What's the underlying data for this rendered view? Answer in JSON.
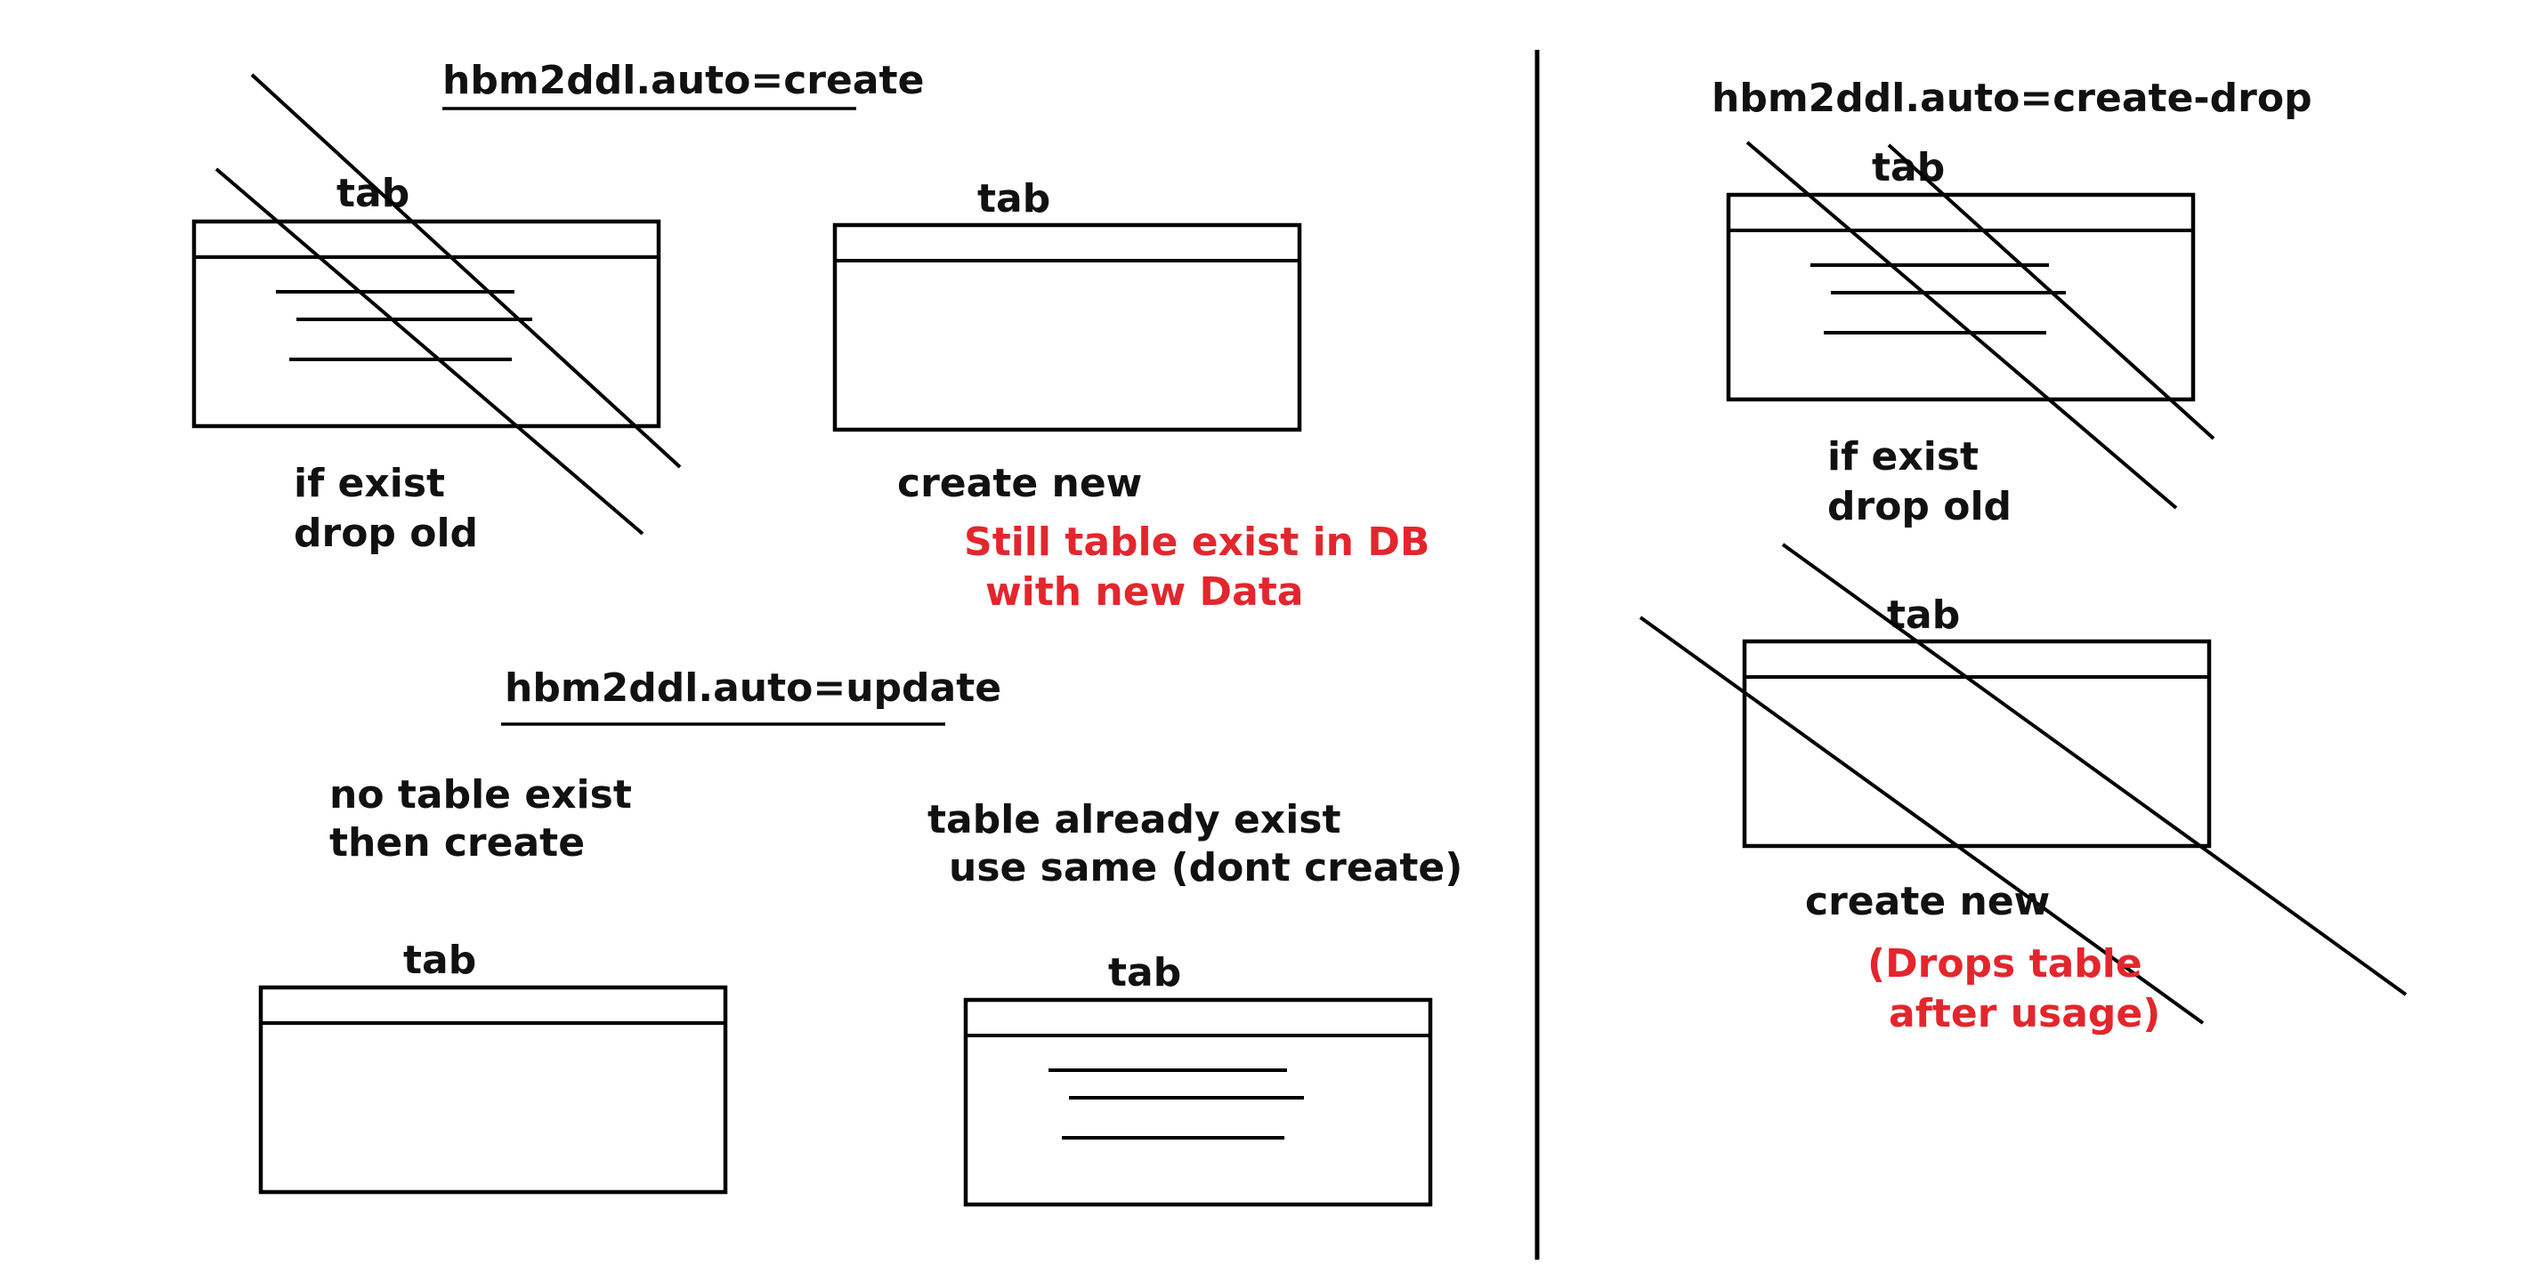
{
  "colors": {
    "ink": "#111111",
    "note": "#e3262d",
    "background": "#ffffff"
  },
  "create": {
    "heading": "hbm2ddl.auto=create",
    "old_table": {
      "label": "tab",
      "caption_line1": "if exist",
      "caption_line2": "drop old",
      "rows": 3,
      "crossed_out": true
    },
    "new_table": {
      "label": "tab",
      "caption": "create new",
      "rows": 0,
      "crossed_out": false
    },
    "note_line1": "Still table exist in DB",
    "note_line2": "with new Data"
  },
  "update": {
    "heading": "hbm2ddl.auto=update",
    "case1_line1": "no table exist",
    "case1_line2": "then create",
    "case2_line1": "table already exist",
    "case2_line2": "use same (dont create)",
    "empty_table": {
      "label": "tab",
      "rows": 0
    },
    "existing_table": {
      "label": "tab",
      "rows": 3
    }
  },
  "create_drop": {
    "heading": "hbm2ddl.auto=create-drop",
    "old_table": {
      "label": "tab",
      "caption_line1": "if exist",
      "caption_line2": "drop old",
      "rows": 3,
      "crossed_out": true
    },
    "new_table": {
      "label": "tab",
      "caption": "create new",
      "rows": 0,
      "crossed_out": true
    },
    "note_line1": "(Drops table",
    "note_line2": "after usage)"
  }
}
